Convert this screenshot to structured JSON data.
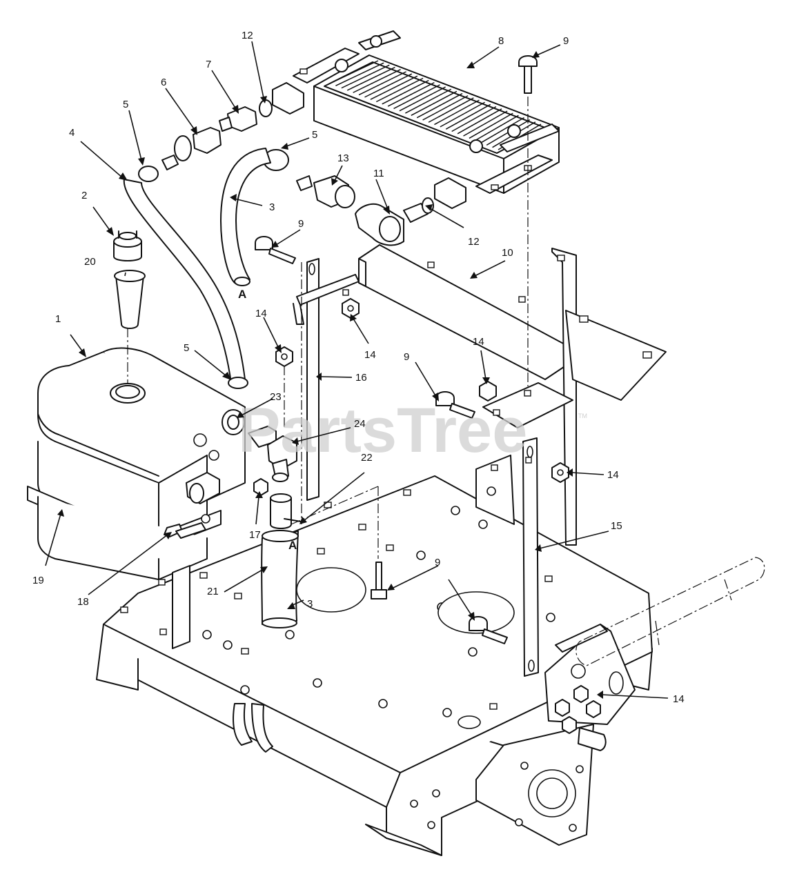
{
  "watermark": {
    "text": "PartsTree",
    "trademark": "TM"
  },
  "section_marks": [
    "A",
    "A"
  ],
  "callouts": [
    {
      "id": "c-1",
      "label": "1"
    },
    {
      "id": "c-2",
      "label": "2"
    },
    {
      "id": "c-3a",
      "label": "3"
    },
    {
      "id": "c-3b",
      "label": "3"
    },
    {
      "id": "c-4",
      "label": "4"
    },
    {
      "id": "c-5a",
      "label": "5"
    },
    {
      "id": "c-5b",
      "label": "5"
    },
    {
      "id": "c-5c",
      "label": "5"
    },
    {
      "id": "c-6",
      "label": "6"
    },
    {
      "id": "c-7",
      "label": "7"
    },
    {
      "id": "c-8",
      "label": "8"
    },
    {
      "id": "c-9a",
      "label": "9"
    },
    {
      "id": "c-9b",
      "label": "9"
    },
    {
      "id": "c-9c",
      "label": "9"
    },
    {
      "id": "c-9d",
      "label": "9"
    },
    {
      "id": "c-10",
      "label": "10"
    },
    {
      "id": "c-11",
      "label": "11"
    },
    {
      "id": "c-12a",
      "label": "12"
    },
    {
      "id": "c-12b",
      "label": "12"
    },
    {
      "id": "c-13",
      "label": "13"
    },
    {
      "id": "c-14a",
      "label": "14"
    },
    {
      "id": "c-14b",
      "label": "14"
    },
    {
      "id": "c-14c",
      "label": "14"
    },
    {
      "id": "c-14d",
      "label": "14"
    },
    {
      "id": "c-14e",
      "label": "14"
    },
    {
      "id": "c-15",
      "label": "15"
    },
    {
      "id": "c-16",
      "label": "16"
    },
    {
      "id": "c-17",
      "label": "17"
    },
    {
      "id": "c-18",
      "label": "18"
    },
    {
      "id": "c-19",
      "label": "19"
    },
    {
      "id": "c-20",
      "label": "20"
    },
    {
      "id": "c-21",
      "label": "21"
    },
    {
      "id": "c-22",
      "label": "22"
    },
    {
      "id": "c-23",
      "label": "23"
    },
    {
      "id": "c-24",
      "label": "24"
    }
  ]
}
